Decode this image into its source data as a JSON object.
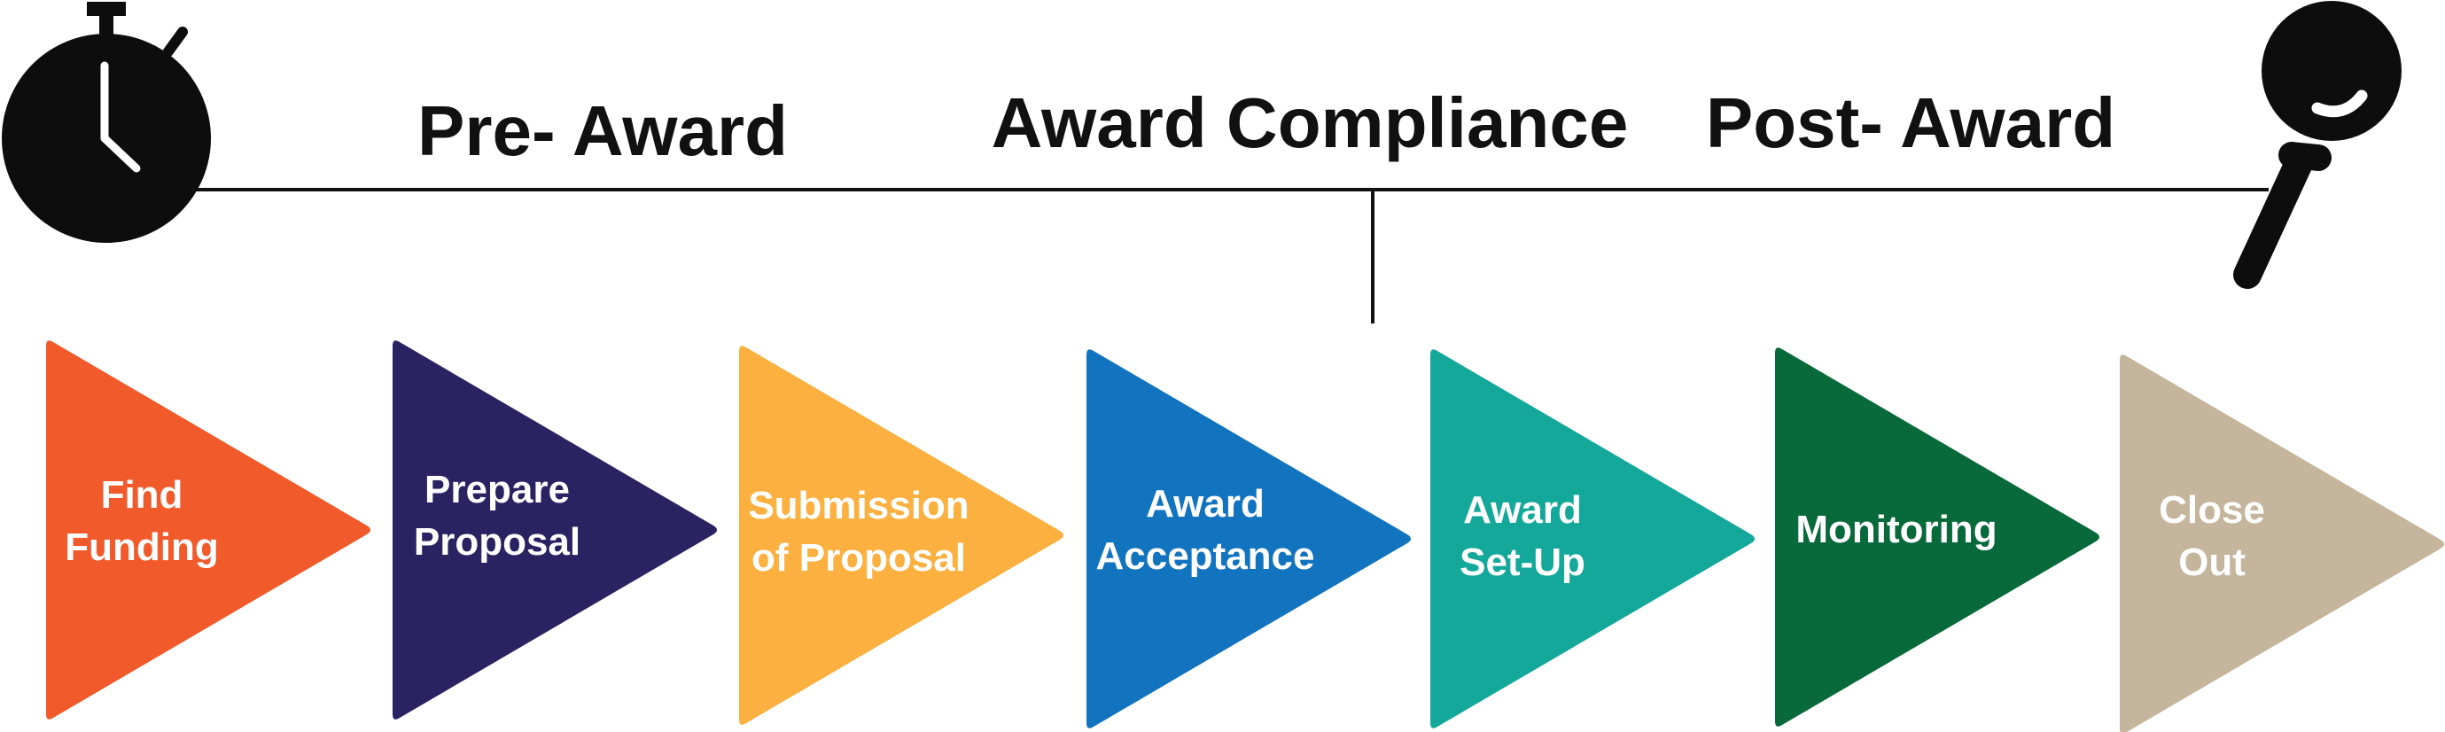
{
  "phases": {
    "pre_award": "Pre- Award",
    "award_compliance": "Award Compliance",
    "post_award": "Post- Award"
  },
  "steps": [
    {
      "line1": "Find",
      "line2": "Funding",
      "color": "#F15A2B"
    },
    {
      "line1": "Prepare",
      "line2": "Proposal",
      "color": "#2A2261"
    },
    {
      "line1": "Submission",
      "line2": "of Proposal",
      "color": "#FBB040"
    },
    {
      "line1": "Award",
      "line2": "Acceptance",
      "color": "#1274BF"
    },
    {
      "line1": "Award",
      "line2": "Set-Up",
      "color": "#14A89A"
    },
    {
      "line1": "Monitoring",
      "line2": "",
      "color": "#08693A"
    },
    {
      "line1": "Close",
      "line2": "Out",
      "color": "#C4B59C"
    }
  ],
  "icons": {
    "start": "stopwatch-icon",
    "end": "magnifier-icon"
  },
  "colors": {
    "line": "#111111",
    "icon": "#0d0d0d"
  }
}
